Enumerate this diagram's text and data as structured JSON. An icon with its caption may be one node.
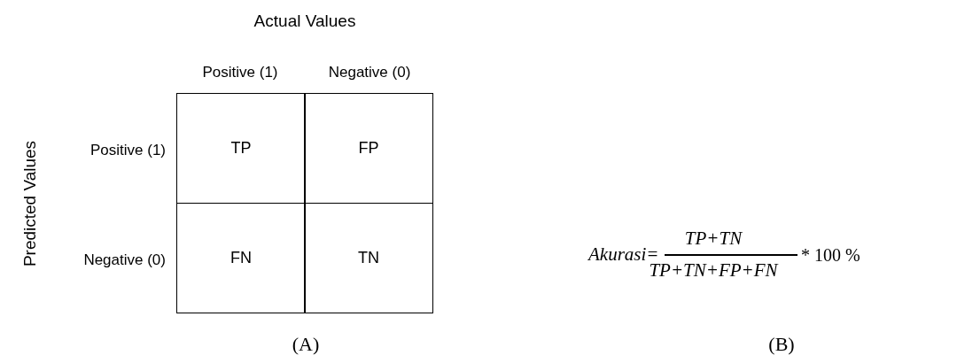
{
  "diagram": {
    "nodes": [
      {
        "text": [
          "TP"
        ]
      },
      {
        "text": [
          "FP"
        ]
      },
      {
        "text": [
          "FN"
        ]
      },
      {
        "text": [
          "TN"
        ]
      }
    ],
    "labels": [
      "Actual Values",
      "Positive (1)",
      "Negative (0)",
      "Predicted Values",
      "Positive (1)",
      "Negative (0)",
      "Akurasi=",
      "TP+TN",
      "TP+TN+FP+FN",
      "* 100 %",
      "(A)",
      "(B)"
    ]
  }
}
